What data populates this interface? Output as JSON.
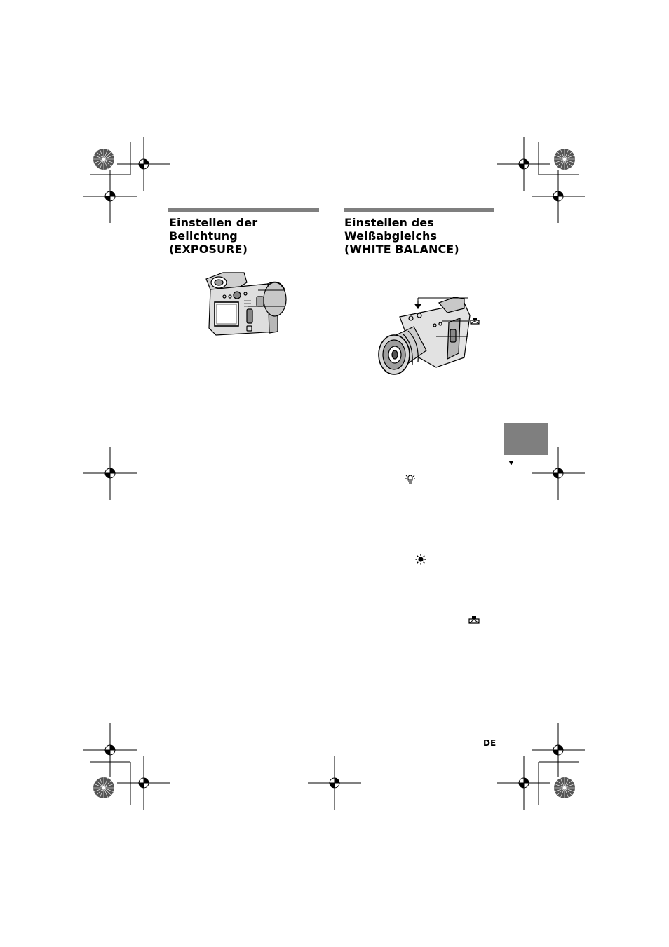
{
  "sections": {
    "exposure": {
      "title_lines": [
        "Einstellen der",
        "Belichtung",
        "(EXPOSURE)"
      ]
    },
    "white_balance": {
      "title_lines": [
        "Einstellen des",
        "Weißabgleichs",
        "(WHITE BALANCE)"
      ]
    }
  },
  "side_tab": {
    "arrow": "▼",
    "color": "#7f7f7f"
  },
  "footer": {
    "language_code": "DE"
  },
  "icons": {
    "incandescent": "incandescent-icon",
    "daylight": "sun-icon",
    "one_push_wb": "one-push-white-balance-icon"
  }
}
